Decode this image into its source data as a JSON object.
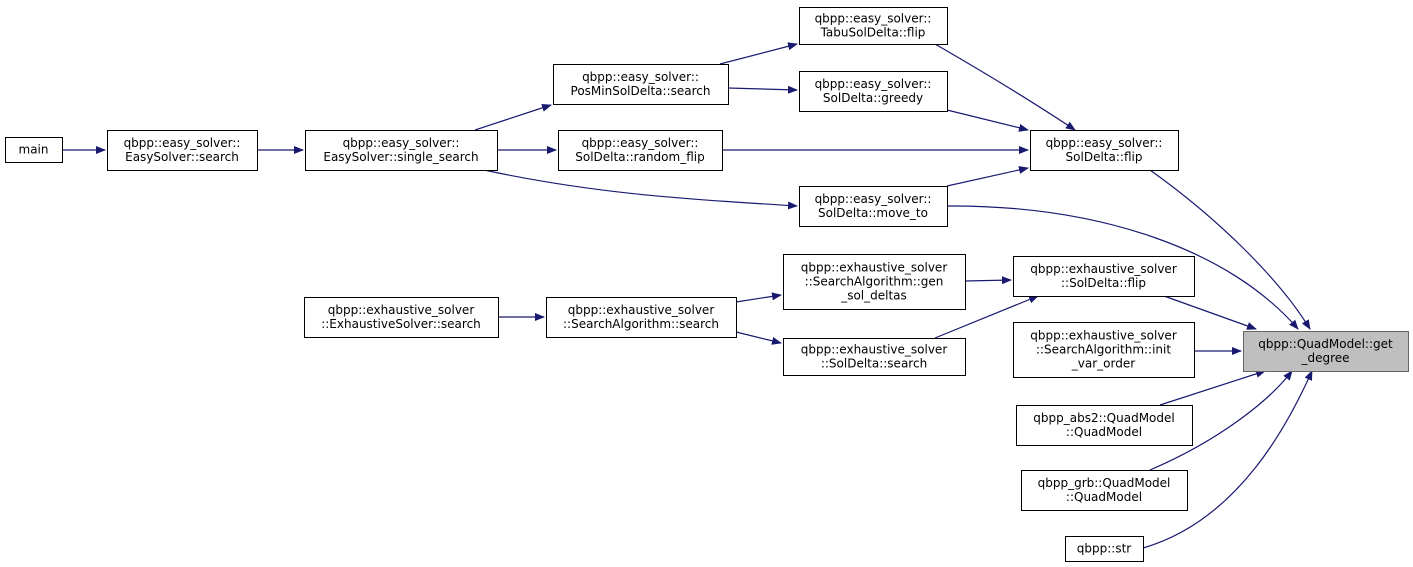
{
  "colors": {
    "edge": "#191970",
    "root_fill": "#bfbfbf",
    "root_border": "#666666",
    "node_fill": "#ffffff"
  },
  "nodes": {
    "main": [
      "main"
    ],
    "easy_search": [
      "qbpp::easy_solver::",
      "EasySolver::search"
    ],
    "easy_single": [
      "qbpp::easy_solver::",
      "EasySolver::single_search"
    ],
    "posmin": [
      "qbpp::easy_solver::",
      "PosMinSolDelta::search"
    ],
    "random_flip": [
      "qbpp::easy_solver::",
      "SolDelta::random_flip"
    ],
    "tabu": [
      "qbpp::easy_solver::",
      "TabuSolDelta::flip"
    ],
    "greedy": [
      "qbpp::easy_solver::",
      "SolDelta::greedy"
    ],
    "move_to": [
      "qbpp::easy_solver::",
      "SolDelta::move_to"
    ],
    "easy_flip": [
      "qbpp::easy_solver::",
      "SolDelta::flip"
    ],
    "ex_search": [
      "qbpp::exhaustive_solver",
      "::ExhaustiveSolver::search"
    ],
    "ex_algo_search": [
      "qbpp::exhaustive_solver",
      "::SearchAlgorithm::search"
    ],
    "gen_sol": [
      "qbpp::exhaustive_solver",
      "::SearchAlgorithm::gen",
      "_sol_deltas"
    ],
    "ex_sd_search": [
      "qbpp::exhaustive_solver",
      "::SolDelta::search"
    ],
    "ex_flip": [
      "qbpp::exhaustive_solver",
      "::SolDelta::flip"
    ],
    "init_var": [
      "qbpp::exhaustive_solver",
      "::SearchAlgorithm::init",
      "_var_order"
    ],
    "abs2": [
      "qbpp_abs2::QuadModel",
      "::QuadModel"
    ],
    "grb": [
      "qbpp_grb::QuadModel",
      "::QuadModel"
    ],
    "str": [
      "qbpp::str"
    ],
    "root": [
      "qbpp::QuadModel::get",
      "_degree"
    ]
  }
}
